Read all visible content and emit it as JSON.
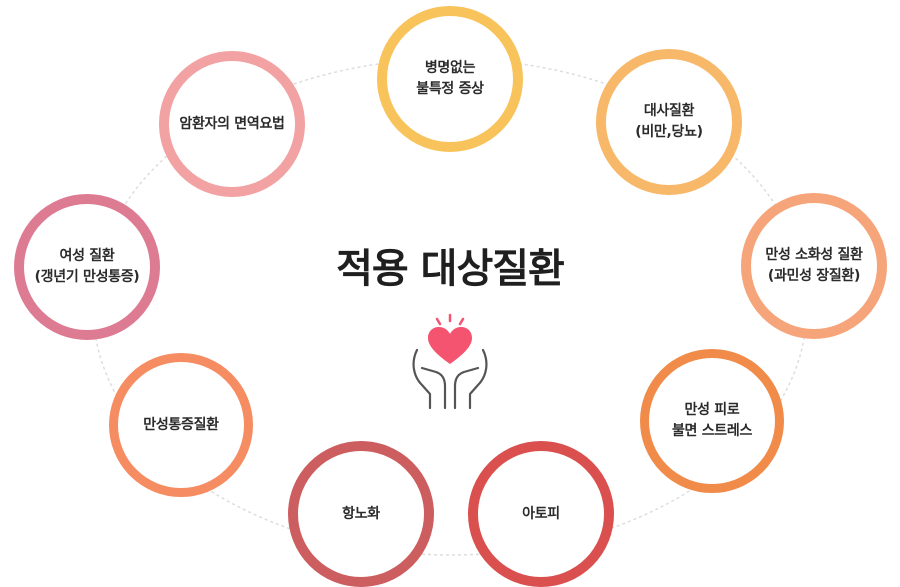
{
  "title": "적용 대상질환",
  "icon": "hands-holding-heart-icon",
  "colors": {
    "heart": "#f4546f",
    "ring": "#dddddd",
    "hands": "#555555"
  },
  "nodes": [
    {
      "id": "unexplained-symptoms",
      "label": "병명없는\n불특정 증상",
      "color": "#f8c35b"
    },
    {
      "id": "metabolic",
      "label": "대사질환\n(비만,당뇨)",
      "color": "#f7b869"
    },
    {
      "id": "chronic-digestive",
      "label": "만성 소화성 질환\n(과민성 장질환)",
      "color": "#f6a57a"
    },
    {
      "id": "chronic-fatigue",
      "label": "만성 피로\n불면 스트레스",
      "color": "#f08b4a"
    },
    {
      "id": "atopy",
      "label": "아토피",
      "color": "#d9504f"
    },
    {
      "id": "anti-aging",
      "label": "항노화",
      "color": "#cd5e60"
    },
    {
      "id": "chronic-pain",
      "label": "만성통증질환",
      "color": "#f58c62"
    },
    {
      "id": "womens-disease",
      "label": "여성 질환\n(갱년기 만성통증)",
      "color": "#dd7b92"
    },
    {
      "id": "cancer-immunotherapy",
      "label": "암환자의 면역요법",
      "color": "#f2a2a2"
    }
  ]
}
